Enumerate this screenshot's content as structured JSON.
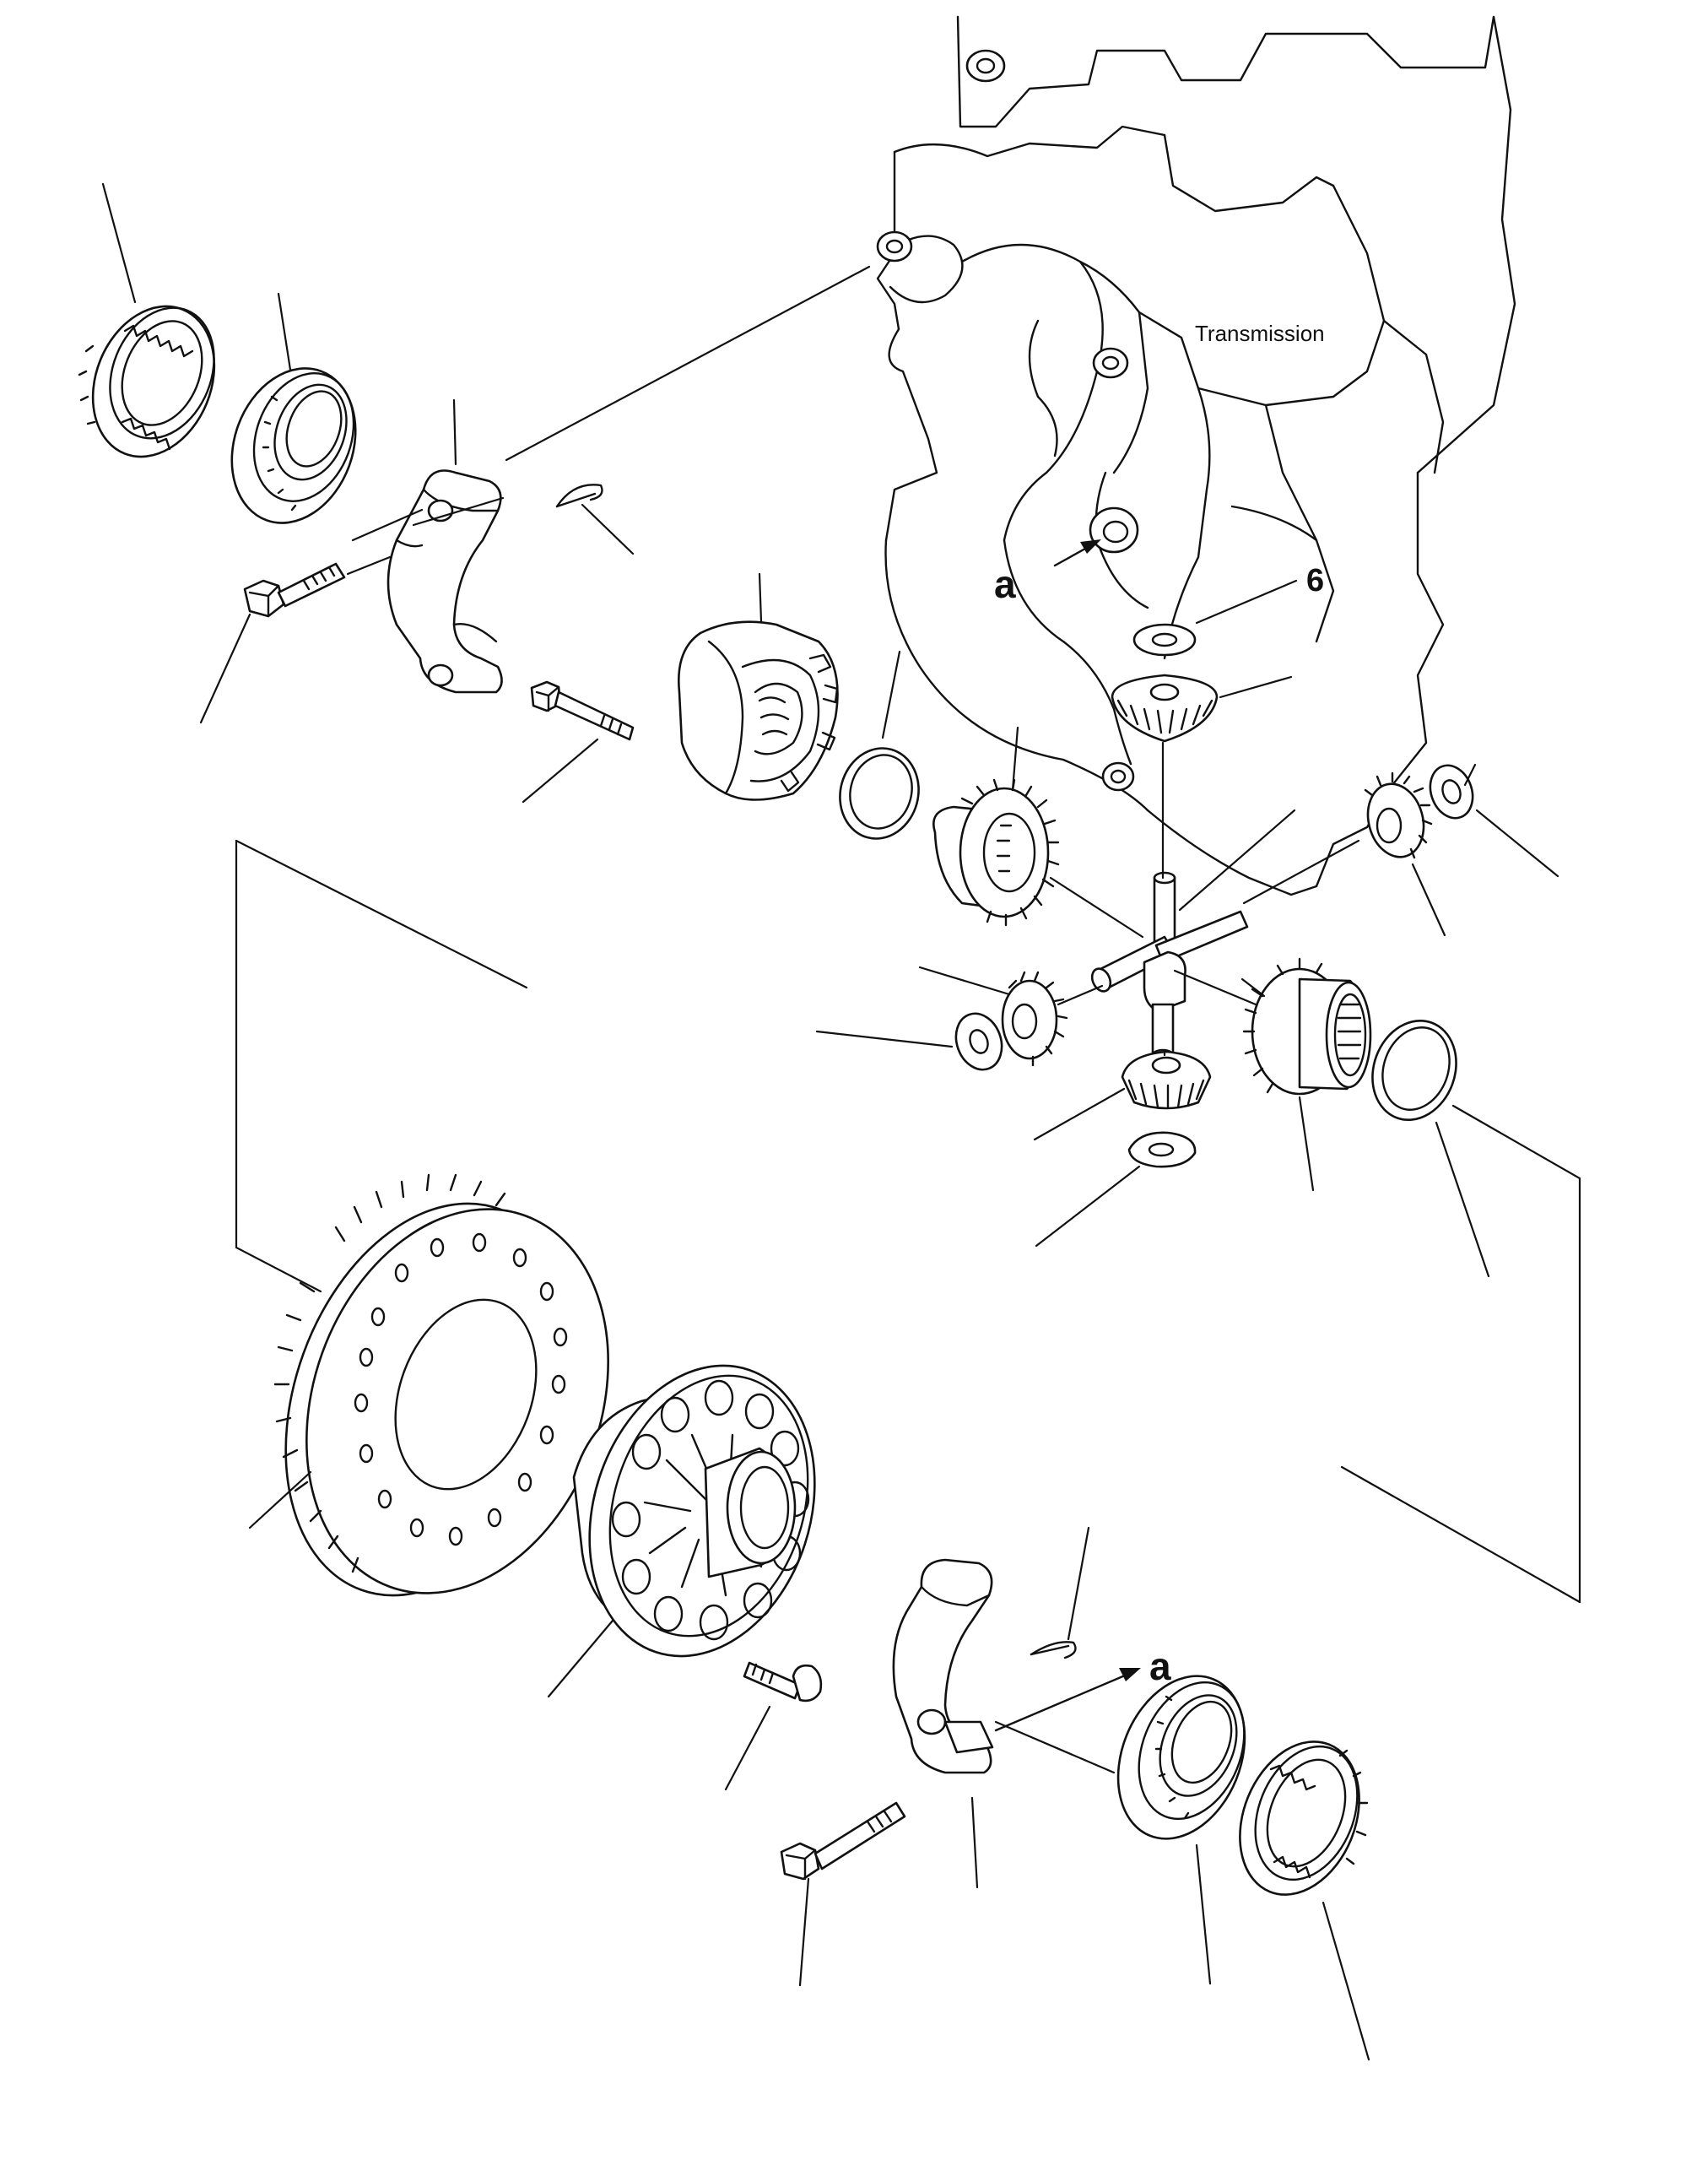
{
  "labels": {
    "transmission": "Transmission",
    "marker_top": "a",
    "marker_bottom": "a",
    "part_number": "6"
  }
}
